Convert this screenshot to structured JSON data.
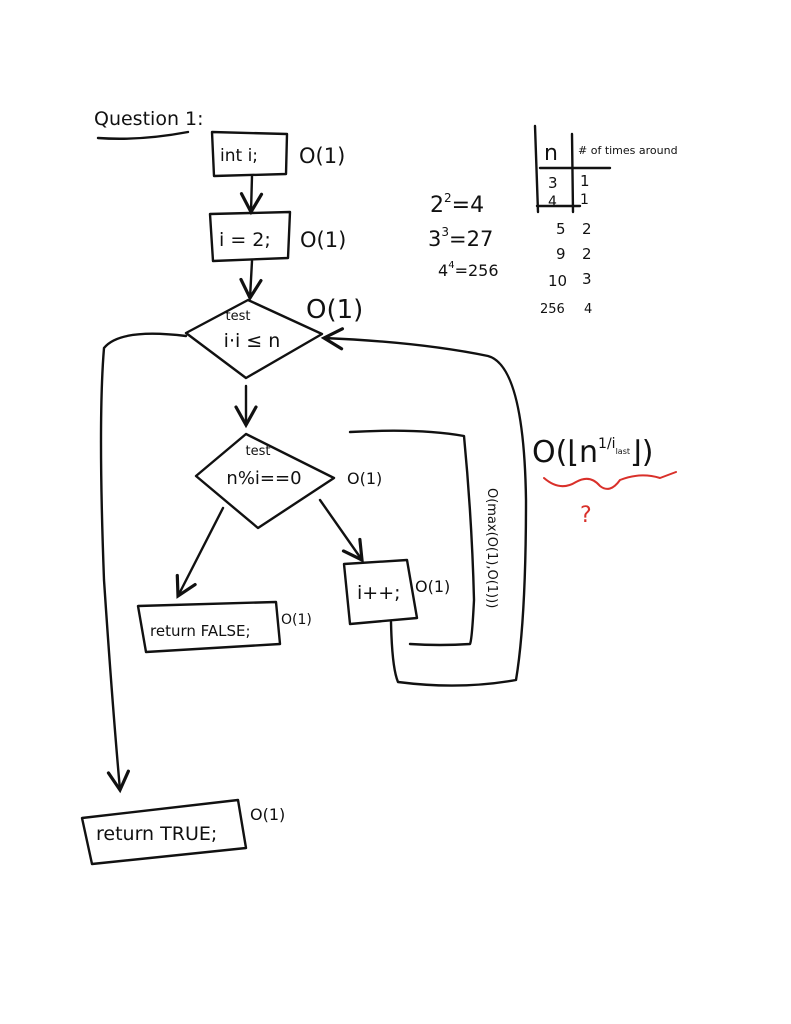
{
  "title": "Question 1:",
  "colors": {
    "ink": "#111111",
    "annotation": "#d9302a",
    "paper": "#ffffff"
  },
  "nodes": {
    "decl": {
      "label": "int i;",
      "cost": "O(1)"
    },
    "init": {
      "label": "i = 2;",
      "cost": "O(1)"
    },
    "test1": {
      "tag": "test",
      "label": "i·i ≤ n",
      "cost": "O(1)"
    },
    "test2": {
      "tag": "test",
      "label": "n%i==0",
      "cost": "O(1)"
    },
    "incr": {
      "label": "i++;",
      "cost": "O(1)"
    },
    "ret_false": {
      "label": "return FALSE;",
      "cost": "O(1)"
    },
    "ret_true": {
      "label": "return TRUE;",
      "cost": "O(1)"
    }
  },
  "loop_cost": "O(max(O(1),O(1)))",
  "loop_bound": {
    "text": "O(⌊n",
    "exp": "1/i",
    "sub": "last",
    "close": "⌋)",
    "mark": "?"
  },
  "powers": [
    {
      "base": "2",
      "exp": "2",
      "rhs": "=4"
    },
    {
      "base": "3",
      "exp": "3",
      "rhs": "=27"
    },
    {
      "base": "4",
      "exp": "4",
      "rhs": "=256"
    }
  ],
  "table": {
    "headers": [
      "n",
      "# of times around"
    ],
    "rows": [
      [
        "3",
        "1"
      ],
      [
        "4",
        "1"
      ],
      [
        "5",
        "2"
      ],
      [
        "9",
        "2"
      ],
      [
        "10",
        "3"
      ],
      [
        "256",
        "4"
      ]
    ]
  }
}
